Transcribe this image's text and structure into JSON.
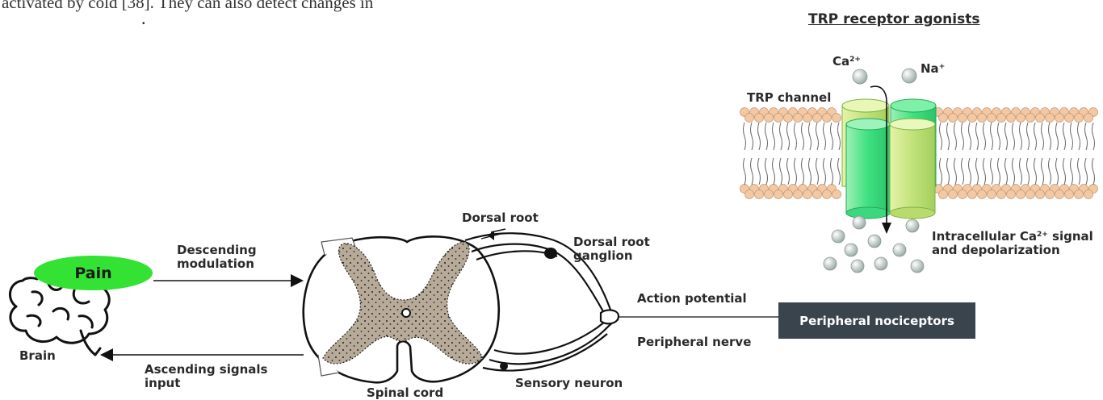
{
  "page": {
    "text_fragment": "activated by cold [38]. They can also detect changes in"
  },
  "diagram": {
    "title": "TRP receptor agonists",
    "ion_ca": "Ca",
    "ion_ca_sup": "2+",
    "ion_na": "Na",
    "ion_na_sup": "+",
    "trp_channel": "TRP channel",
    "intracellular_line1_pre": "Intracellular Ca",
    "intracellular_sup": "2+",
    "intracellular_line1_post": " signal",
    "intracellular_line2": "and depolarization",
    "dorsal_root": "Dorsal root",
    "dorsal_root_ganglion_l1": "Dorsal root",
    "dorsal_root_ganglion_l2": "ganglion",
    "descending_l1": "Descending",
    "descending_l2": "modulation",
    "pain": "Pain",
    "brain": "Brain",
    "ascending_l1": "Ascending signals",
    "ascending_l2": "input",
    "spinal_cord": "Spinal cord",
    "sensory_neuron": "Sensory neuron",
    "action_potential": "Action potential",
    "peripheral_nerve": "Peripheral nerve",
    "peripheral_nociceptors": "Peripheral nociceptors"
  },
  "colors": {
    "pain_green": "#33e233",
    "nociceptor_box": "#3a444d",
    "grey_matter": "#b8aa98",
    "channel_green": "#5fe89a",
    "lipid_head": "#f2c9a4"
  }
}
